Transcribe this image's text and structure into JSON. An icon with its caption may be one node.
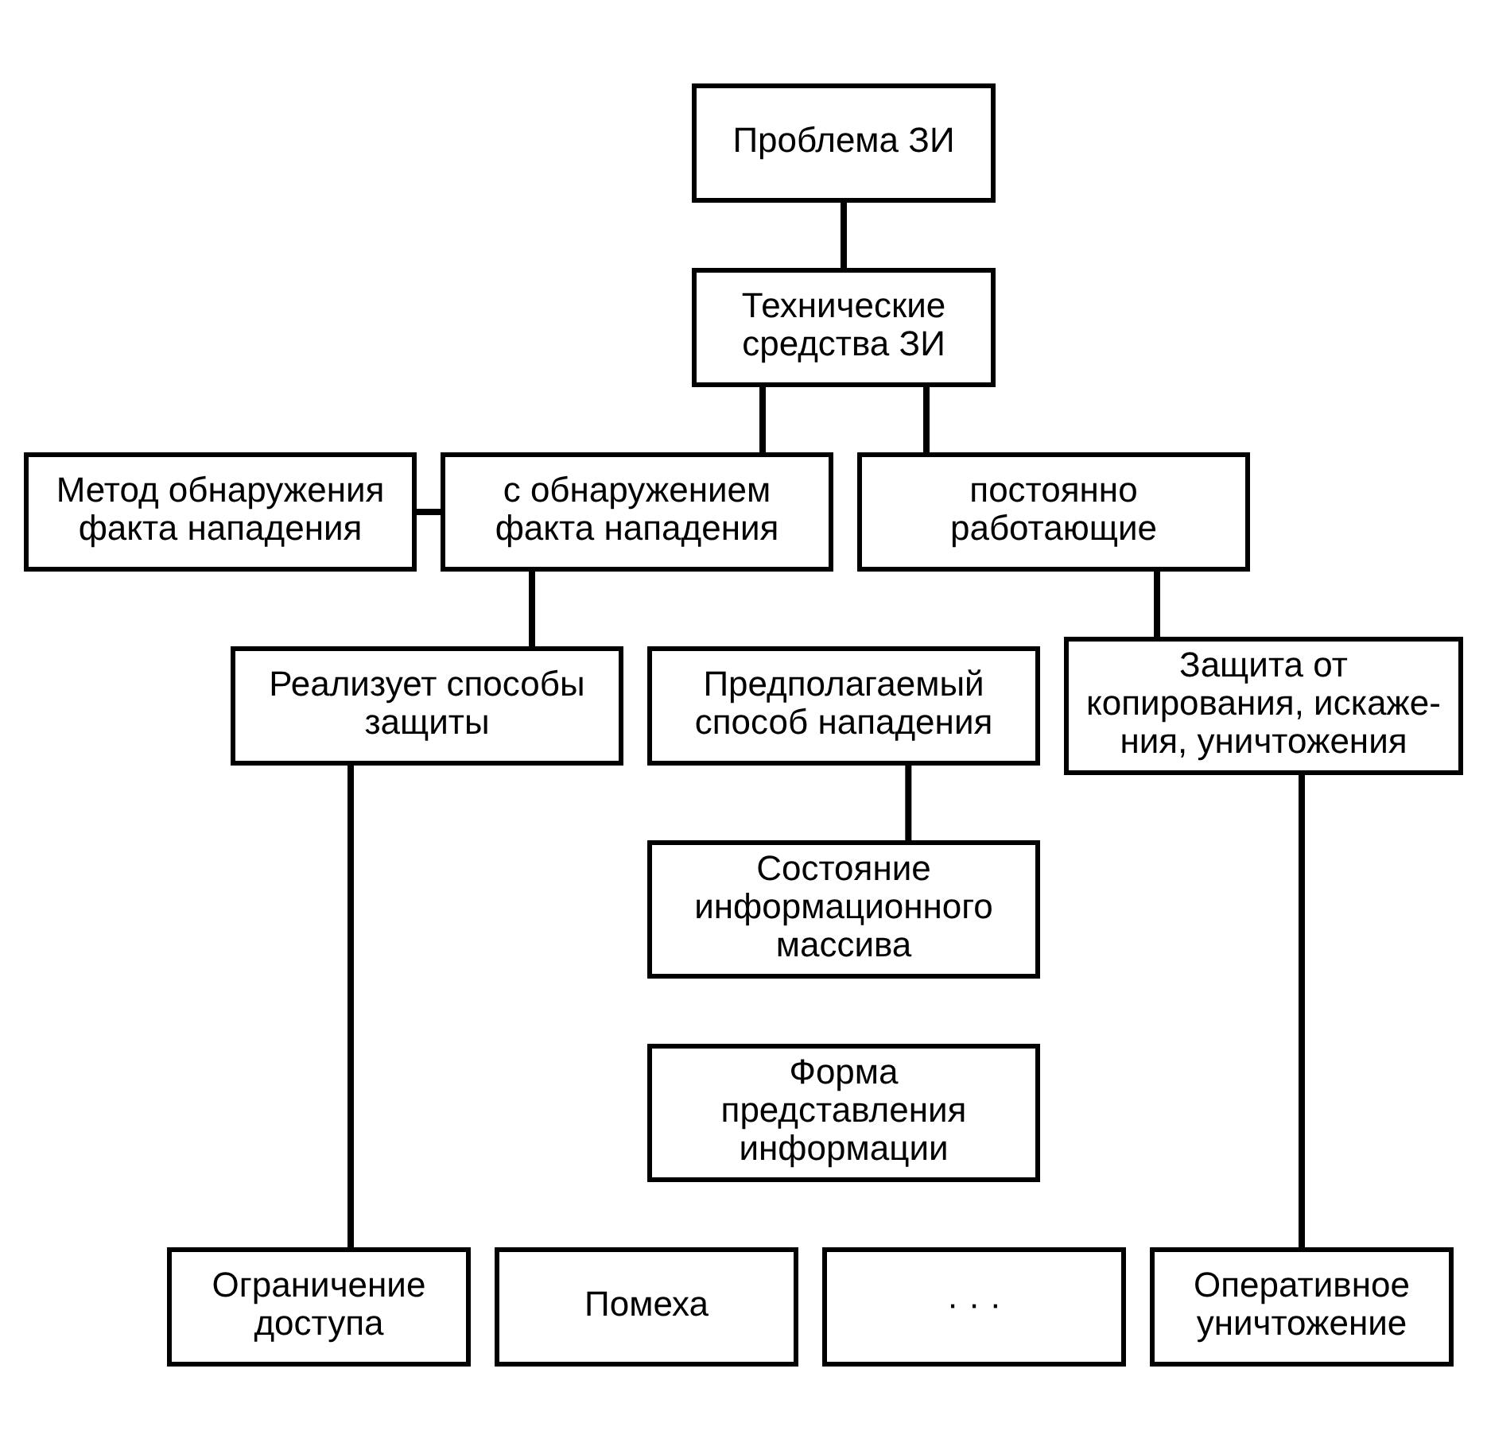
{
  "diagram": {
    "nodes": [
      {
        "text": [
          "Проблема ЗИ"
        ]
      },
      {
        "text": [
          "Технические средства ЗИ"
        ]
      },
      {
        "text": [
          "Метод обнаружения факта нападения"
        ]
      },
      {
        "text": [
          "с обнаружением факта нападения"
        ]
      },
      {
        "text": [
          "постоянно работающие"
        ]
      },
      {
        "text": [
          "Реализует способы защиты"
        ]
      },
      {
        "text": [
          "Предполагаемый способ нападения"
        ]
      },
      {
        "text": [
          "Защита от копирования, искаже- ния, уничтожения"
        ]
      },
      {
        "text": [
          "Состояние информационного массива"
        ]
      },
      {
        "text": [
          "Форма представления информации"
        ]
      },
      {
        "text": [
          "Ограничение доступа"
        ]
      },
      {
        "text": [
          "Помеха"
        ]
      },
      {
        "text": [
          "· · ·"
        ]
      },
      {
        "text": [
          "Оперативное уничтожение"
        ]
      }
    ],
    "edges": [
      {
        "from": 0,
        "to": 1,
        "arrow": "none"
      },
      {
        "from": 1,
        "to": 3,
        "arrow": "none"
      },
      {
        "from": 1,
        "to": 4,
        "arrow": "none"
      },
      {
        "from": 2,
        "to": 3,
        "arrow": "none"
      },
      {
        "from": 3,
        "to": 5,
        "arrow": "none"
      },
      {
        "from": 4,
        "to": 7,
        "arrow": "none"
      },
      {
        "from": 6,
        "to": 8,
        "arrow": "none"
      },
      {
        "from": 5,
        "to": 10,
        "arrow": "none"
      },
      {
        "from": 7,
        "to": 13,
        "arrow": "none"
      }
    ]
  }
}
